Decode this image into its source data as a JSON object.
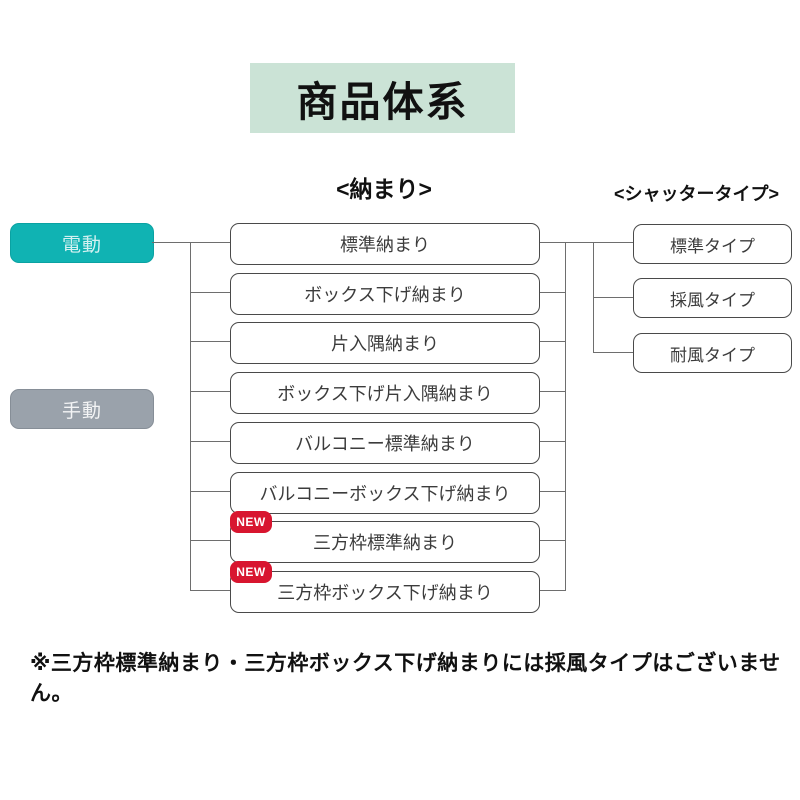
{
  "title": "商品体系",
  "columns": {
    "fittings_header": "<納まり>",
    "shutter_type_header": "<シャッタータイプ>"
  },
  "drive_modes": [
    {
      "label": "電動",
      "color": "#10b3b3"
    },
    {
      "label": "手動",
      "color": "#9aa2ab"
    }
  ],
  "fittings": [
    {
      "label": "標準納まり",
      "new": false
    },
    {
      "label": "ボックス下げ納まり",
      "new": false
    },
    {
      "label": "片入隅納まり",
      "new": false
    },
    {
      "label": "ボックス下げ片入隅納まり",
      "new": false
    },
    {
      "label": "バルコニー標準納まり",
      "new": false
    },
    {
      "label": "バルコニーボックス下げ納まり",
      "new": false
    },
    {
      "label": "三方枠標準納まり",
      "new": true
    },
    {
      "label": "三方枠ボックス下げ納まり",
      "new": true
    }
  ],
  "new_badge_label": "NEW",
  "shutter_types": [
    {
      "label": "標準タイプ"
    },
    {
      "label": "採風タイプ"
    },
    {
      "label": "耐風タイプ"
    }
  ],
  "footnote": "※三方枠標準納まり・三方枠ボックス下げ納まりには採風タイプはございません。",
  "colors": {
    "title_bg": "#cbe3d6",
    "electric_teal": "#10b3b3",
    "manual_gray": "#9aa2ab",
    "badge_red": "#d8152f",
    "box_border": "#4a4a4a",
    "line_gray": "#6e6e6e"
  }
}
